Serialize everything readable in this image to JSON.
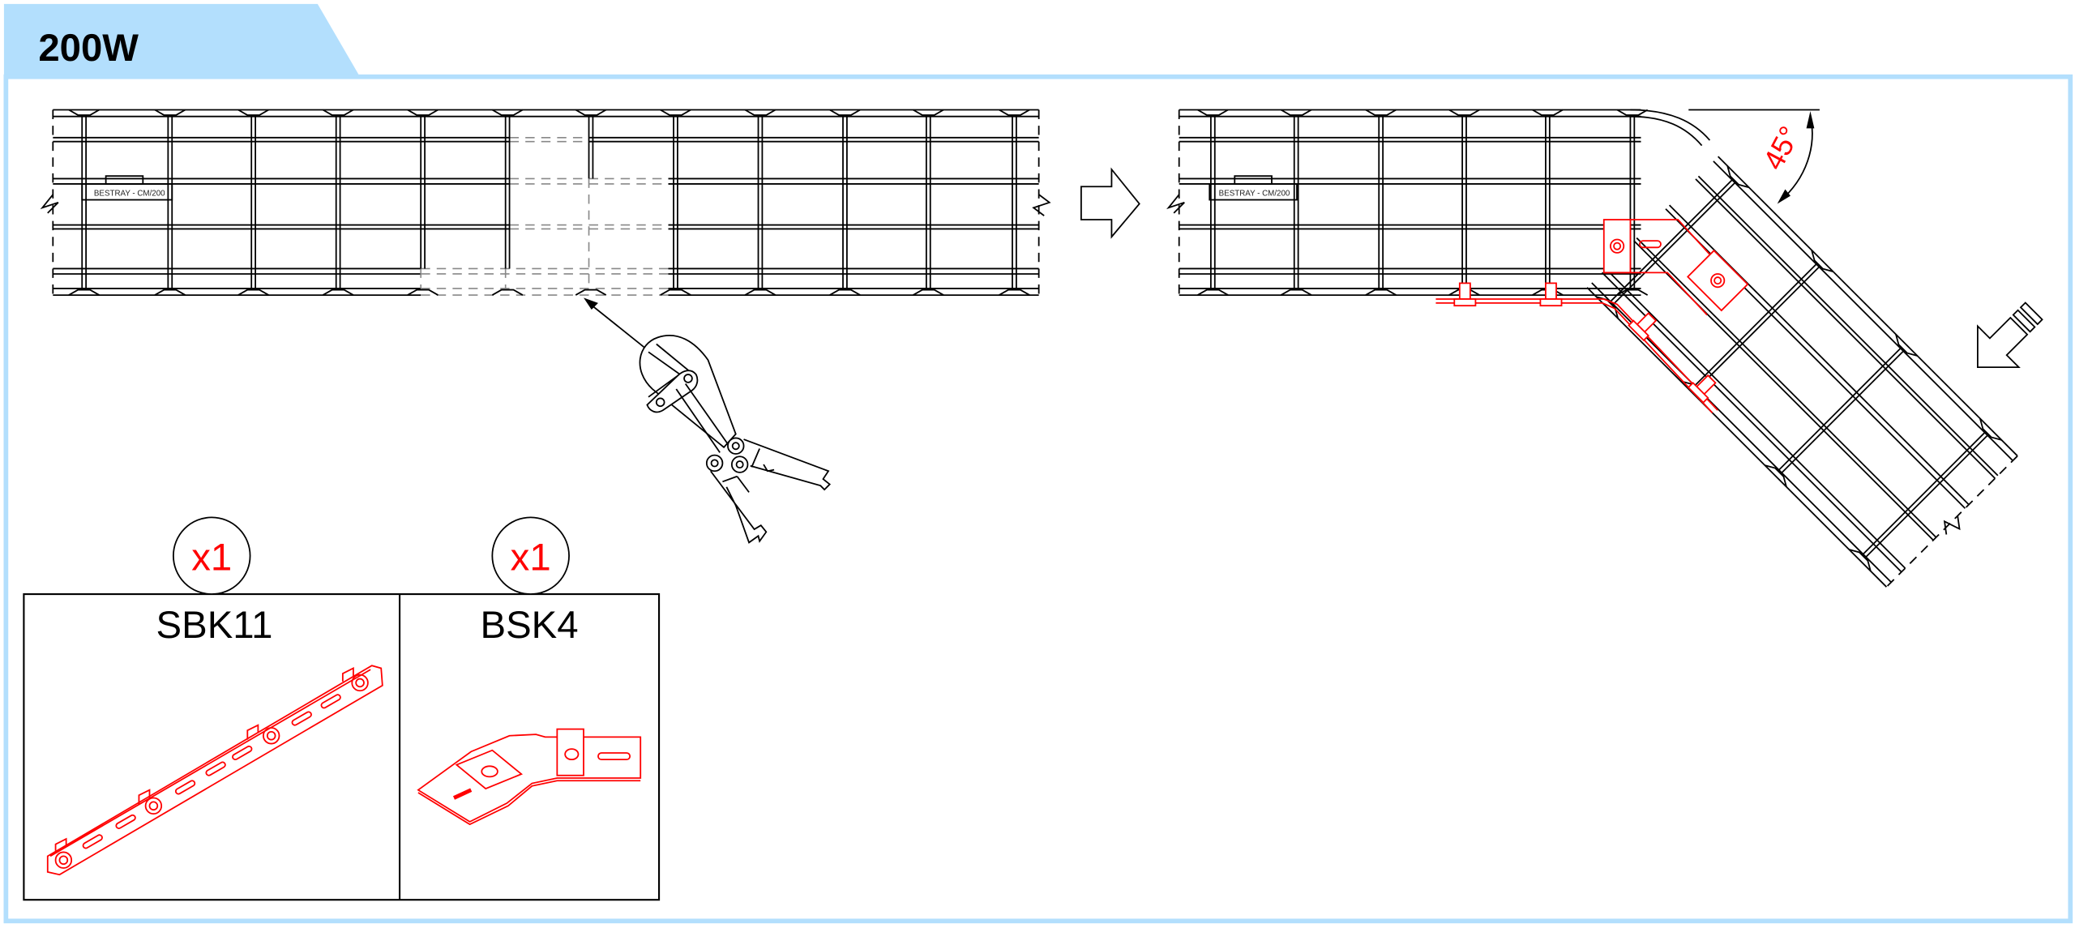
{
  "header": {
    "title": "200W"
  },
  "step": {
    "before_tray_label": "BESTRAY - CM/200",
    "after_tray_label": "BESTRAY - CM/200",
    "angle_label": "45°"
  },
  "parts": [
    {
      "code": "SBK11",
      "quantity": "x1"
    },
    {
      "code": "BSK4",
      "quantity": "x1"
    }
  ],
  "colors": {
    "frame": "#b3dffd",
    "accessory": "#ff0000",
    "line": "#000000"
  }
}
